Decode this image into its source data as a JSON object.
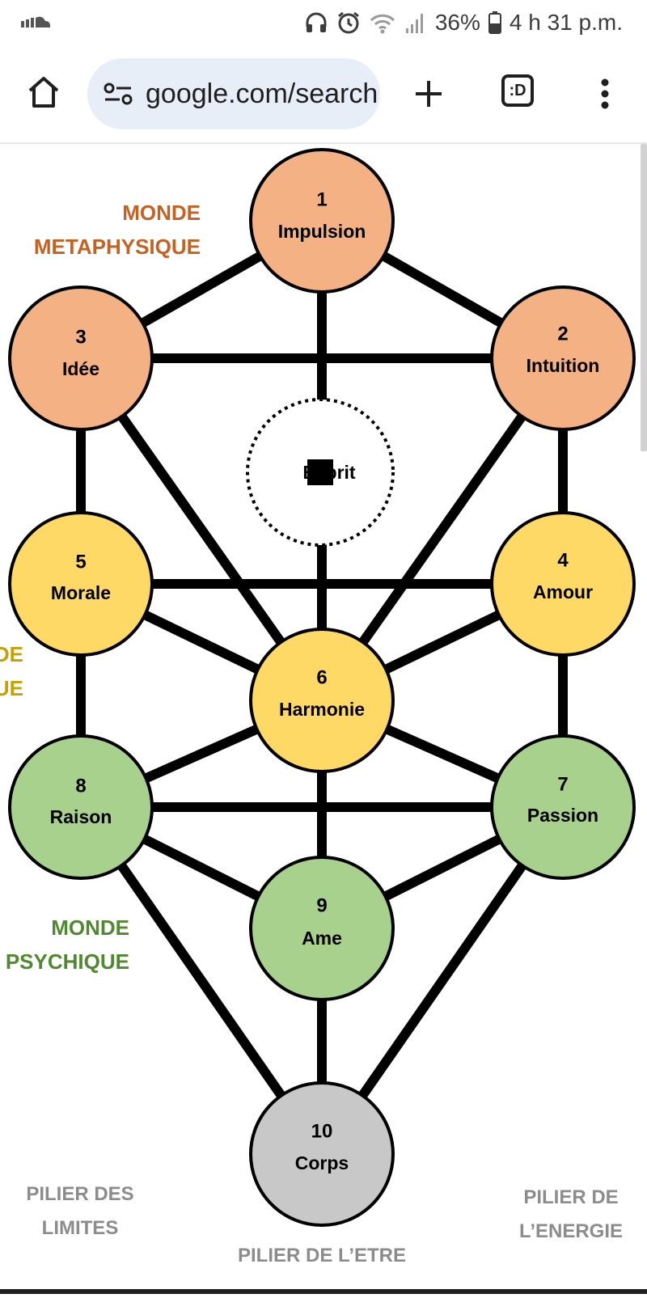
{
  "status_bar": {
    "battery_percent": "36%",
    "time": "4 h 31 p.m.",
    "icons": [
      "cloud-icon",
      "headphones-icon",
      "alarm-icon",
      "wifi-icon",
      "signal-icon",
      "battery-icon"
    ]
  },
  "browser": {
    "url": "google.com/search",
    "tab_count_label": ":D",
    "icons": [
      "home-icon",
      "site-info-icon",
      "plus-icon",
      "more-vert-icon"
    ]
  },
  "diagram": {
    "worlds": {
      "metaphysique": {
        "line1": "MONDE",
        "line2": "METAPHYSIQUE",
        "color": "#c8611f"
      },
      "middle_partial": {
        "line1": "DE",
        "line2": "UE",
        "color": "#c8a000"
      },
      "psychique": {
        "line1": "MONDE",
        "line2": "PSYCHIQUE",
        "color": "#4f8a2f"
      }
    },
    "esprit": "Esprit",
    "nodes": [
      {
        "num": "1",
        "label": "Impulsion",
        "color": "#f4b183"
      },
      {
        "num": "2",
        "label": "Intuition",
        "color": "#f4b183"
      },
      {
        "num": "3",
        "label": "Idée",
        "color": "#f4b183"
      },
      {
        "num": "4",
        "label": "Amour",
        "color": "#ffd966"
      },
      {
        "num": "5",
        "label": "Morale",
        "color": "#ffd966"
      },
      {
        "num": "6",
        "label": "Harmonie",
        "color": "#ffd966"
      },
      {
        "num": "7",
        "label": "Passion",
        "color": "#a9d18e"
      },
      {
        "num": "8",
        "label": "Raison",
        "color": "#a9d18e"
      },
      {
        "num": "9",
        "label": "Ame",
        "color": "#a9d18e"
      },
      {
        "num": "10",
        "label": "Corps",
        "color": "#c8c8c8"
      }
    ],
    "pillars": {
      "limites": {
        "line1": "PILIER DES",
        "line2": "LIMITES"
      },
      "energie": {
        "line1": "PILIER DE",
        "line2": "L’ENERGIE"
      },
      "etre": "PILIER DE L’ETRE",
      "color": "#8c8c8c"
    }
  }
}
